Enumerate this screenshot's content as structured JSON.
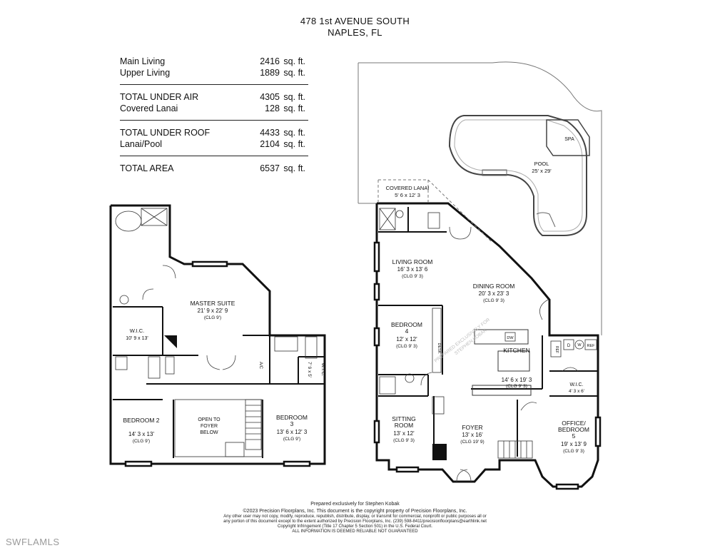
{
  "header": {
    "address_line1": "478 1st AVENUE SOUTH",
    "address_line2": "NAPLES, FL"
  },
  "areas": {
    "group1": [
      {
        "label": "Main Living",
        "value": "2416",
        "unit": "sq. ft."
      },
      {
        "label": "Upper Living",
        "value": "1889",
        "unit": "sq. ft."
      }
    ],
    "group2": [
      {
        "label": "TOTAL UNDER AIR",
        "value": "4305",
        "unit": "sq. ft."
      },
      {
        "label": "Covered Lanai",
        "value": "128",
        "unit": "sq. ft."
      }
    ],
    "group3": [
      {
        "label": "TOTAL UNDER ROOF",
        "value": "4433",
        "unit": "sq. ft."
      },
      {
        "label": "Lanai/Pool",
        "value": "2104",
        "unit": "sq. ft."
      }
    ],
    "group4": [
      {
        "label": "TOTAL AREA",
        "value": "6537",
        "unit": "sq. ft."
      }
    ]
  },
  "upper_rooms": {
    "master": {
      "name": "MASTER SUITE",
      "dims": "21' 9 x 22' 9",
      "clg": "(CLG 9')"
    },
    "wic1": {
      "name": "W.I.C.",
      "dims": "10' 9 x 13'"
    },
    "wic2": {
      "name": "W.I.C.",
      "dims": "7' 9 x 5'"
    },
    "ac": {
      "name": "A/C"
    },
    "open": {
      "line1": "OPEN TO",
      "line2": "FOYER",
      "line3": "BELOW"
    },
    "bed2": {
      "name": "BEDROOM",
      "num": "2",
      "dims": "14' 3 x 13'",
      "clg": "(CLG 9')"
    },
    "bed3": {
      "name": "BEDROOM",
      "num": "3",
      "dims": "13' 6 x 12' 3",
      "clg": "(CLG 9')"
    }
  },
  "main_rooms": {
    "lanai": {
      "name": "COVERED LANAI",
      "dims": "5' 6 x 12' 3"
    },
    "pool": {
      "name": "POOL",
      "dims": "25' x 29'"
    },
    "spa": {
      "name": "SPA"
    },
    "living": {
      "name": "LIVING ROOM",
      "dims": "16' 3 x 13' 6",
      "clg": "(CLG 9' 3)"
    },
    "dining": {
      "name": "DINING ROOM",
      "dims": "20' 3 x 23' 3",
      "clg": "(CLG 9' 3)"
    },
    "bed4": {
      "name": "BEDROOM",
      "num": "4",
      "dims": "12' x 12'",
      "clg": "(CLG 9' 3)"
    },
    "desk": {
      "name": "DESK"
    },
    "kitchen": {
      "name": "KITCHEN",
      "dims": "14' 6 x 19' 3",
      "clg": "(CLG 9' 3)"
    },
    "dw": {
      "name": "DW"
    },
    "ref1": {
      "name": "REF"
    },
    "ref2": {
      "name": "REF"
    },
    "d": {
      "name": "D"
    },
    "w": {
      "name": "W"
    },
    "wic3": {
      "name": "W.I.C.",
      "dims": "4' 3 x 6'"
    },
    "sitting": {
      "name": "SITTING",
      "name2": "ROOM",
      "dims": "13' x 12'",
      "clg": "(CLG 9' 3)"
    },
    "foyer": {
      "name": "FOYER",
      "dims": "13' x 16'",
      "clg": "(CLG 19' 9)"
    },
    "office": {
      "name": "OFFICE/",
      "name2": "BEDROOM",
      "num": "5",
      "dims": "19' x 13' 9",
      "clg": "(CLG 9' 3)"
    },
    "stamp": {
      "line1": "PREPARED EXCLUSIVELY FOR",
      "line2": "STEPHEN KOBAK"
    }
  },
  "footer": {
    "prepared": "Prepared exclusively for Stephen Kobak",
    "copyright": "©2023 Precision Floorplans, Inc.  This document is the copyright property of Precision Floorplans, Inc.",
    "fine1": "Any other user may not copy, modify, reproduce, republish, distribute, display, or transmit for commercial, nonprofit or public purposes all or",
    "fine2": "any portion of this document except to the extent authorized by Precision Floorplans, Inc. (239) 598-8411/precisionfloorplans@earthlink.net",
    "fine3": "Copyright Infringement (Title 17 Chapter 5 Section 501) in the U.S. Federal Court.",
    "fine4": "ALL INFORMATION IS DEEMED RELIABLE NOT GUARANTEED"
  },
  "watermark": "SWFLAMLS"
}
